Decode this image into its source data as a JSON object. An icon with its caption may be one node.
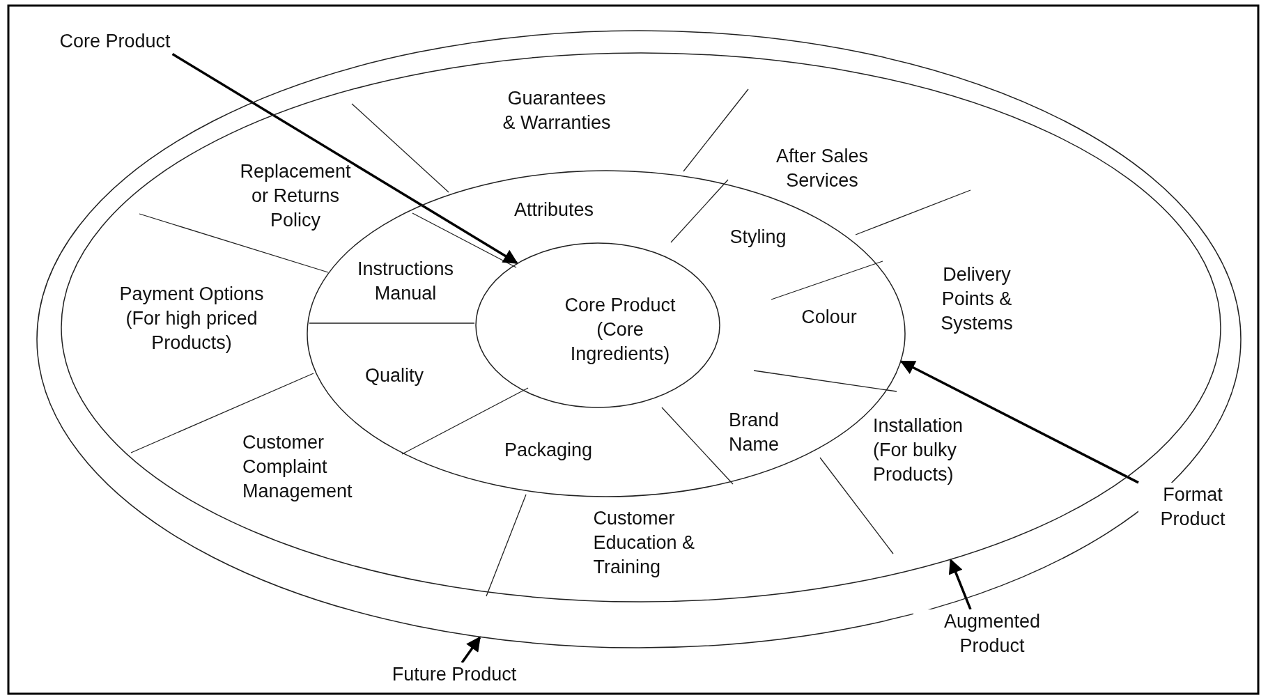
{
  "diagram": {
    "nodes": [
      {
        "text": [
          "Core Product"
        ]
      },
      {
        "text": [],
        "shape": "ellipse"
      },
      {
        "text": [],
        "shape": "ellipse",
        "in": 1
      },
      {
        "text": [
          "Guarantees & Warranties"
        ],
        "in": 2
      },
      {
        "text": [
          "After Sales Services"
        ],
        "in": 2
      },
      {
        "text": [
          "Delivery Points & Systems"
        ],
        "in": 2
      },
      {
        "text": [
          "Installation (For bulky Products)"
        ],
        "in": 2
      },
      {
        "text": [
          "Customer Education & Training"
        ],
        "in": 2
      },
      {
        "text": [
          "Customer Complaint Management"
        ],
        "in": 2
      },
      {
        "text": [
          "Payment Options (For high priced Products)"
        ],
        "in": 2
      },
      {
        "text": [
          "Replacement or Returns Policy"
        ],
        "in": 2
      },
      {
        "text": [],
        "shape": "ellipse",
        "in": 2
      },
      {
        "text": [
          "Attributes"
        ],
        "in": 11
      },
      {
        "text": [
          "Styling"
        ],
        "in": 11
      },
      {
        "text": [
          "Colour"
        ],
        "in": 11
      },
      {
        "text": [
          "Brand Name"
        ],
        "in": 11
      },
      {
        "text": [
          "Packaging"
        ],
        "in": 11
      },
      {
        "text": [
          "Quality"
        ],
        "in": 11
      },
      {
        "text": [
          "Instructions Manual"
        ],
        "in": 11
      },
      {
        "text": [
          "Core Product (Core Ingredients)"
        ],
        "in": 11
      },
      {
        "text": [
          "Format Product"
        ]
      },
      {
        "text": [
          "Augmented Product"
        ]
      },
      {
        "text": [
          "Future Product"
        ]
      }
    ],
    "edges": [
      {
        "from": 0,
        "to": 19,
        "arrow": "to"
      },
      {
        "from": 20,
        "to": 11,
        "arrow": "to"
      },
      {
        "from": 21,
        "to": 2,
        "arrow": "to"
      },
      {
        "from": 22,
        "to": 1,
        "arrow": "to"
      }
    ]
  }
}
